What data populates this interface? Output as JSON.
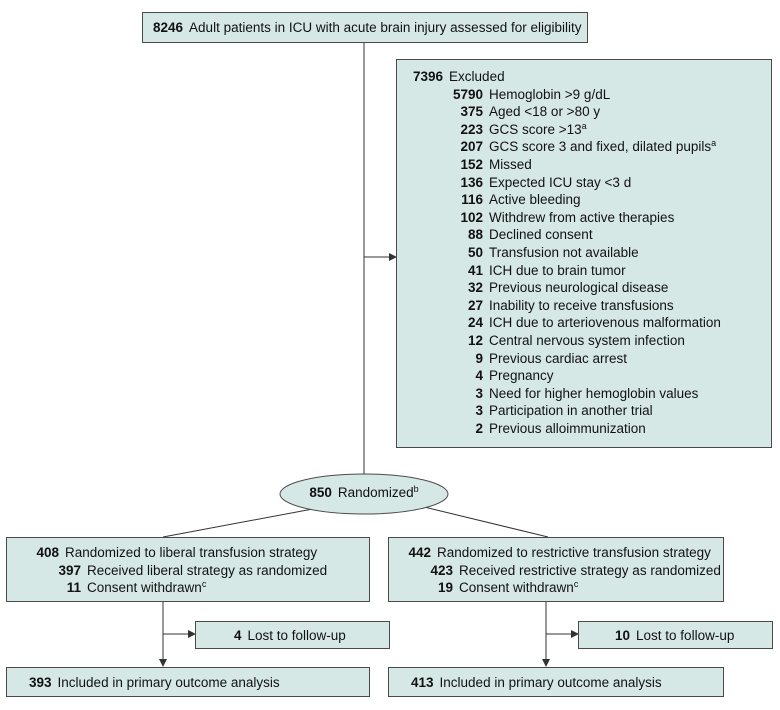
{
  "top": {
    "n": "8246",
    "label": "Adult patients in ICU with acute brain injury assessed for eligibility"
  },
  "excluded": {
    "n": "7396",
    "label": "Excluded",
    "items": [
      {
        "n": "5790",
        "label": "Hemoglobin >9 g/dL",
        "sup": ""
      },
      {
        "n": "375",
        "label": "Aged <18 or >80 y",
        "sup": ""
      },
      {
        "n": "223",
        "label": "GCS score >13",
        "sup": "a"
      },
      {
        "n": "207",
        "label": "GCS score 3 and fixed, dilated pupils",
        "sup": "a"
      },
      {
        "n": "152",
        "label": "Missed",
        "sup": ""
      },
      {
        "n": "136",
        "label": "Expected ICU stay <3 d",
        "sup": ""
      },
      {
        "n": "116",
        "label": "Active bleeding",
        "sup": ""
      },
      {
        "n": "102",
        "label": "Withdrew from active therapies",
        "sup": ""
      },
      {
        "n": "88",
        "label": "Declined consent",
        "sup": ""
      },
      {
        "n": "50",
        "label": "Transfusion not available",
        "sup": ""
      },
      {
        "n": "41",
        "label": "ICH due to brain tumor",
        "sup": ""
      },
      {
        "n": "32",
        "label": "Previous neurological disease",
        "sup": ""
      },
      {
        "n": "27",
        "label": "Inability to receive transfusions",
        "sup": ""
      },
      {
        "n": "24",
        "label": "ICH due to arteriovenous malformation",
        "sup": ""
      },
      {
        "n": "12",
        "label": "Central nervous system infection",
        "sup": ""
      },
      {
        "n": "9",
        "label": "Previous cardiac arrest",
        "sup": ""
      },
      {
        "n": "4",
        "label": "Pregnancy",
        "sup": ""
      },
      {
        "n": "3",
        "label": "Need for higher hemoglobin values",
        "sup": ""
      },
      {
        "n": "3",
        "label": "Participation in another trial",
        "sup": ""
      },
      {
        "n": "2",
        "label": "Previous alloimmunization",
        "sup": ""
      }
    ]
  },
  "randomized": {
    "n": "850",
    "label": "Randomized",
    "sup": "b"
  },
  "liberal": {
    "n": "408",
    "label": "Randomized to liberal transfusion strategy",
    "sub1_n": "397",
    "sub1_label": "Received liberal strategy as randomized",
    "sub2_n": "11",
    "sub2_label": "Consent withdrawn",
    "sub2_sup": "c",
    "lost_n": "4",
    "lost_label": "Lost to follow-up",
    "analysis_n": "393",
    "analysis_label": "Included in primary outcome analysis"
  },
  "restrictive": {
    "n": "442",
    "label": "Randomized to restrictive transfusion strategy",
    "sub1_n": "423",
    "sub1_label": "Received restrictive strategy as randomized",
    "sub2_n": "19",
    "sub2_label": "Consent withdrawn",
    "sub2_sup": "c",
    "lost_n": "10",
    "lost_label": "Lost to follow-up",
    "analysis_n": "413",
    "analysis_label": "Included in primary outcome analysis"
  }
}
